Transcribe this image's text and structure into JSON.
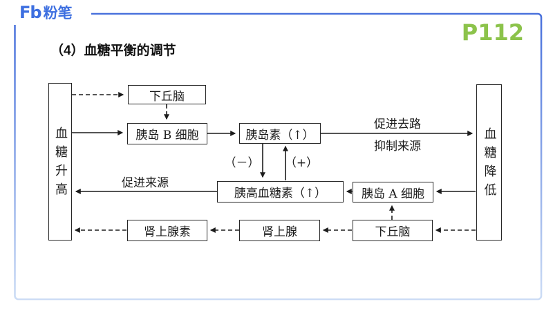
{
  "brand": {
    "logo_mark": "Fb",
    "logo_name": "粉笔"
  },
  "page_number": "P112",
  "slide": {
    "title": "（4）血糖平衡的调节"
  },
  "diagram": {
    "nodes": {
      "blood_up": "血糖升高",
      "hypothalamus_top": "下丘脑",
      "islet_b": "胰岛 B 细胞",
      "insulin": "胰岛素（↑）",
      "glucagon": "胰高血糖素（↑）",
      "islet_a": "胰岛 A 细胞",
      "adrenaline": "肾上腺素",
      "adrenal_gland": "肾上腺",
      "hypothalamus_bottom": "下丘脑",
      "blood_down": "血糖降低"
    },
    "edge_labels": {
      "promote_removal": "促进去路",
      "inhibit_source": "抑制来源",
      "promote_source": "促进来源",
      "negative_feedback": "（－）",
      "positive_feedback": "（+）"
    }
  },
  "colors": {
    "brand_blue": "#3d6fe0",
    "frame_top": "#4a72dc",
    "frame_bottom": "#cdddf5",
    "page_green": "#8cc34b",
    "ink": "#1c1c1c"
  }
}
